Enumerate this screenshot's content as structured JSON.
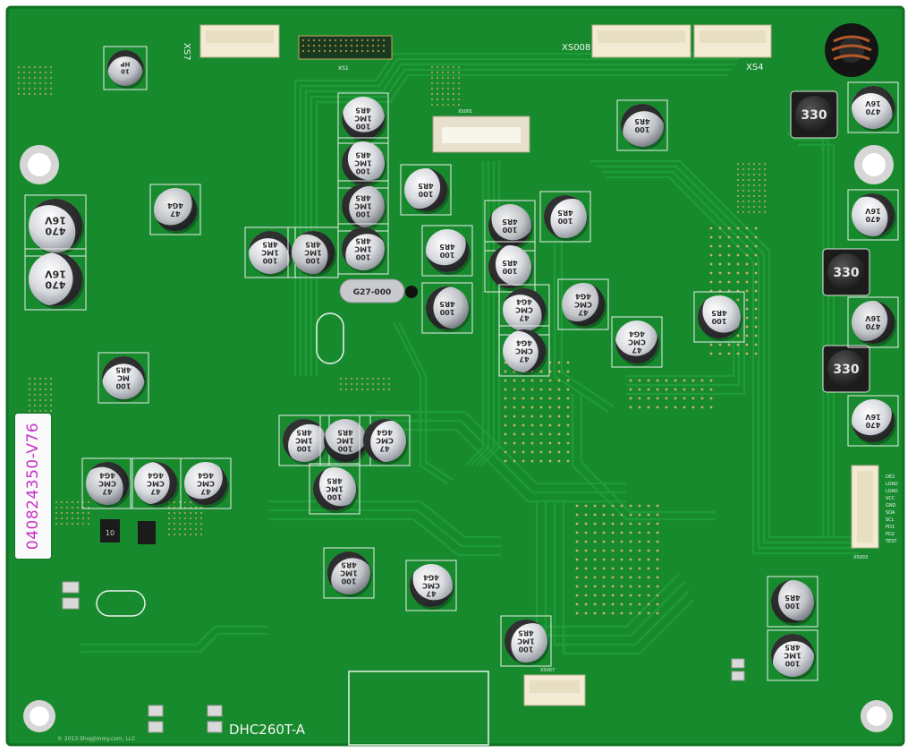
{
  "board": {
    "model": "DHC260T-A",
    "sticker_code": "040824350-V76",
    "copyright": "© 2013 ShopJimmy.com, LLC",
    "colors": {
      "pcb": "#188a2e",
      "pcb_edge": "#0f6f22",
      "trace": "#1c9a36",
      "pad": "#c9a55a",
      "sticker_text": "#c433c7"
    }
  },
  "connector_labels": {
    "xs7": "XS7",
    "xs1": "XS1",
    "xs008": "XS008",
    "xs4": "XS4",
    "xs001": "XS001",
    "xs003": "XS003",
    "xs007": "XS007"
  },
  "side_labels": [
    "DE2",
    "LOAD",
    "LOAD",
    "VCC",
    "GND",
    "SDA",
    "SCL",
    "PD1",
    "PD2",
    "TEST"
  ],
  "capacitors": [
    {
      "id": "c37",
      "text": [
        "10",
        "HP"
      ],
      "size": "small"
    },
    {
      "id": "c24",
      "text": [
        "470",
        "16V"
      ],
      "size": "large"
    },
    {
      "id": "c25",
      "text": [
        "470",
        "16V"
      ],
      "size": "large"
    },
    {
      "id": "c65",
      "text": [
        "47",
        "4G4"
      ],
      "size": "mid"
    },
    {
      "id": "c33",
      "text": [
        "100",
        "1MC",
        "4R5"
      ],
      "size": "mid"
    },
    {
      "id": "c34",
      "text": [
        "100",
        "1MC",
        "4R5"
      ],
      "size": "mid"
    },
    {
      "id": "c35",
      "text": [
        "100",
        "1MC",
        "4R5"
      ],
      "size": "mid"
    },
    {
      "id": "c36",
      "text": [
        "100",
        "1MC",
        "4R5"
      ],
      "size": "mid"
    },
    {
      "id": "c43",
      "text": [
        "100",
        "1MC",
        "4R5"
      ],
      "size": "mid"
    },
    {
      "id": "c44",
      "text": [
        "100",
        "1MC",
        "4R5"
      ],
      "size": "mid"
    },
    {
      "id": "c12",
      "text": [
        "100",
        "4R5"
      ],
      "size": "mid"
    },
    {
      "id": "c18",
      "text": [
        "100",
        "4R5"
      ],
      "size": "mid"
    },
    {
      "id": "c08",
      "text": [
        "100",
        "4R5"
      ],
      "size": "mid"
    },
    {
      "id": "c09",
      "text": [
        "100",
        "4R5"
      ],
      "size": "mid"
    },
    {
      "id": "c19",
      "text": [
        "100",
        "4R5"
      ],
      "size": "mid"
    },
    {
      "id": "c58",
      "text": [
        "100",
        "4R5"
      ],
      "size": "mid"
    },
    {
      "id": "c20",
      "text": [
        "47",
        "CMC",
        "4G4"
      ],
      "size": "mid"
    },
    {
      "id": "c21",
      "text": [
        "47",
        "CMC",
        "4G4"
      ],
      "size": "mid"
    },
    {
      "id": "c13",
      "text": [
        "47",
        "CMC",
        "4G4"
      ],
      "size": "mid"
    },
    {
      "id": "c14",
      "text": [
        "47",
        "CMC",
        "4G4"
      ],
      "size": "mid"
    },
    {
      "id": "c42",
      "text": [
        "100",
        "4R5"
      ],
      "size": "mid"
    },
    {
      "id": "c46",
      "text": [
        "100",
        "4R5"
      ],
      "size": "mid"
    },
    {
      "id": "c140",
      "text": [
        "100",
        "1MC",
        "4R5"
      ],
      "size": "mid"
    },
    {
      "id": "c77",
      "text": [
        "100",
        "MC",
        "4R5"
      ],
      "size": "mid"
    },
    {
      "id": "c81",
      "text": [
        "47",
        "CMC",
        "4G4"
      ],
      "size": "mid"
    },
    {
      "id": "c82",
      "text": [
        "47",
        "CMC",
        "4G4"
      ],
      "size": "mid"
    },
    {
      "id": "c83",
      "text": [
        "47",
        "CMC",
        "4G4"
      ],
      "size": "mid"
    },
    {
      "id": "c130",
      "text": [
        "100",
        "1MC",
        "4R5"
      ],
      "size": "mid"
    },
    {
      "id": "c135",
      "text": [
        "100",
        "1MC",
        "4R5"
      ],
      "size": "mid"
    },
    {
      "id": "c134",
      "text": [
        "47",
        "CMC",
        "4G4"
      ],
      "size": "mid"
    },
    {
      "id": "c86",
      "text": [
        "100",
        "1MC",
        "4R5"
      ],
      "size": "mid"
    },
    {
      "id": "c149",
      "text": [
        "470",
        "16V"
      ],
      "size": "mid"
    },
    {
      "id": "c151",
      "text": [
        "470",
        "16V"
      ],
      "size": "mid"
    },
    {
      "id": "c147",
      "text": [
        "470",
        "16V"
      ],
      "size": "mid"
    },
    {
      "id": "c152",
      "text": [
        "470",
        "16V"
      ],
      "size": "mid"
    },
    {
      "id": "c91",
      "text": [
        "47",
        "CMC",
        "4G4"
      ],
      "size": "mid"
    },
    {
      "id": "c97",
      "text": [
        "100",
        "4R5"
      ],
      "size": "mid"
    },
    {
      "id": "c98",
      "text": [
        "100",
        "1MC",
        "4R5"
      ],
      "size": "mid"
    },
    {
      "id": "c99",
      "text": [
        "100",
        "1MC",
        "4R5"
      ],
      "size": "mid"
    }
  ],
  "inductors": [
    {
      "id": "l4",
      "text": "330"
    },
    {
      "id": "l5",
      "text": "330"
    },
    {
      "id": "l6",
      "text": "330"
    }
  ],
  "crystal": "G27-000",
  "ic_small": "10"
}
